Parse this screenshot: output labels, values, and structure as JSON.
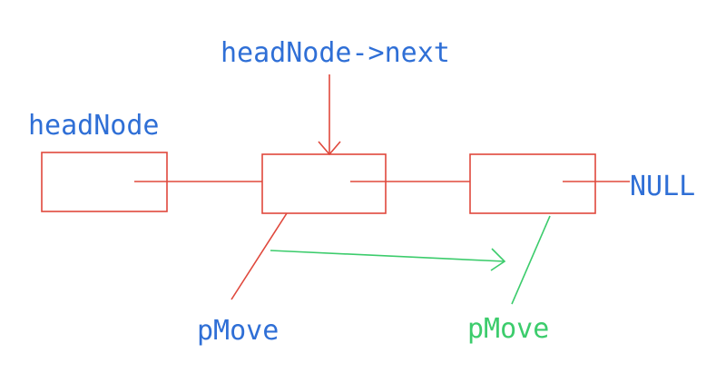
{
  "labels": {
    "top_pointer": "headNode->next",
    "head": "headNode",
    "null": "NULL",
    "pmove_old": "pMove",
    "pmove_new": "pMove"
  },
  "colors": {
    "structure": "#e0483c",
    "label_blue": "#2f6fd6",
    "pmove_new": "#3ccc6c"
  }
}
